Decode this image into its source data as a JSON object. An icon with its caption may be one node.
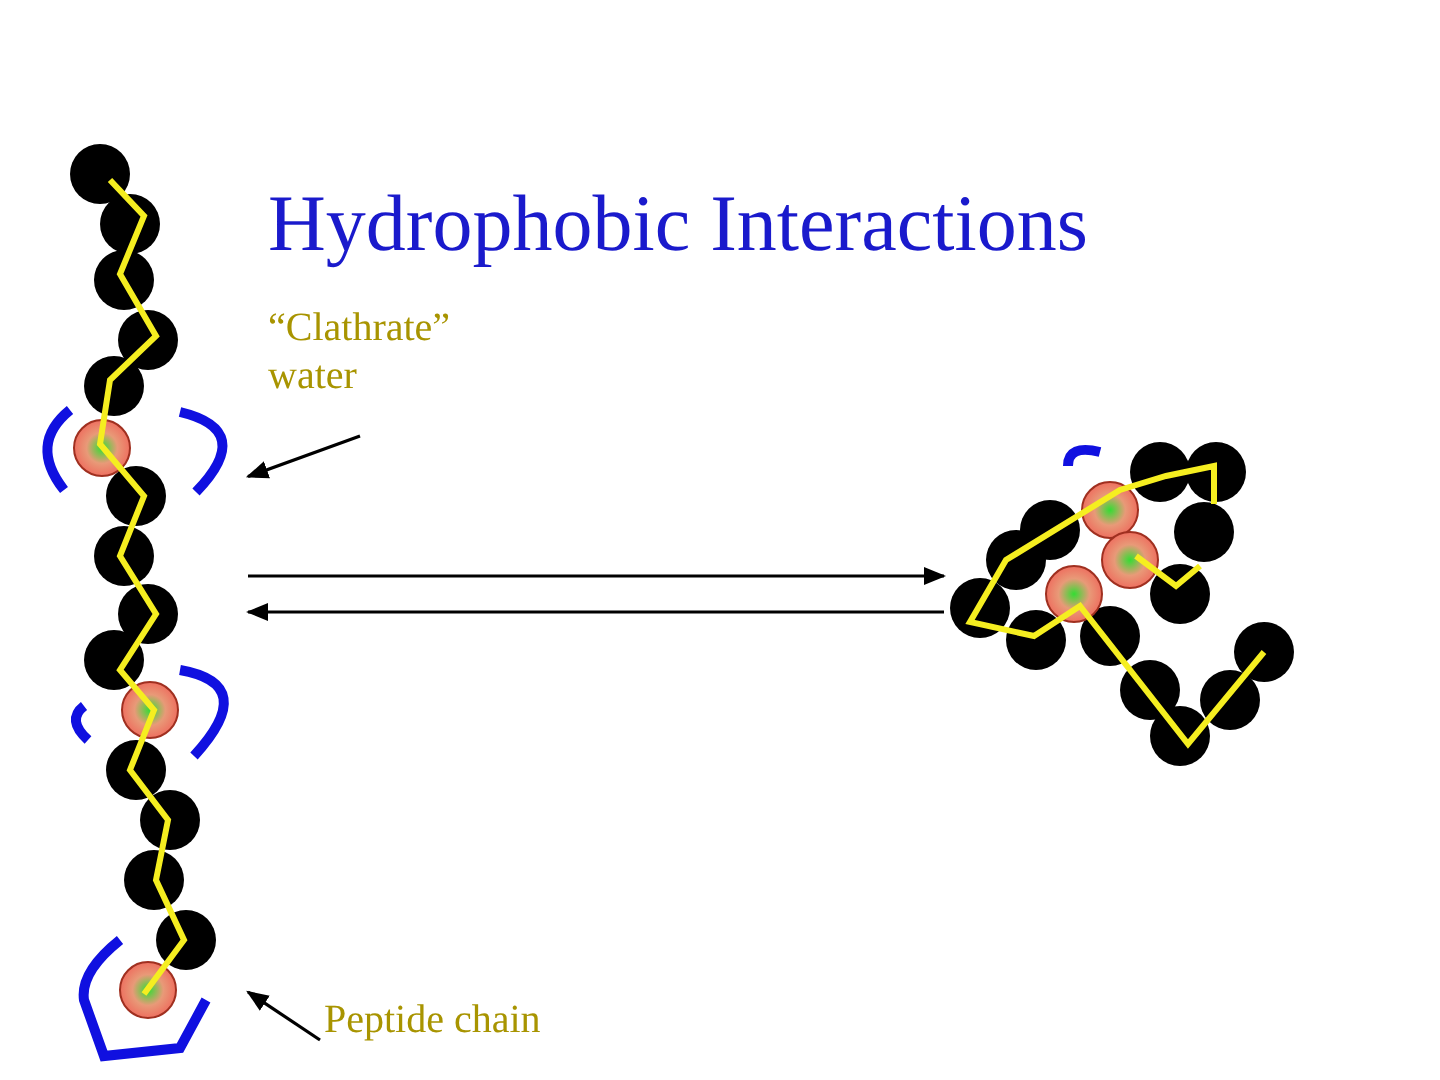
{
  "diagram": {
    "title": "Hydrophobic Interactions",
    "nodes": [
      {
        "text": [
          "“Clathrate” water"
        ]
      },
      {
        "text": [],
        "shape": "picture"
      },
      {
        "text": [],
        "shape": "picture"
      },
      {
        "text": [
          "Peptide chain"
        ]
      }
    ],
    "edges": [
      {
        "from": 0,
        "to": 1,
        "arrow": "to"
      },
      {
        "from": 1,
        "to": 2,
        "arrow": "to"
      },
      {
        "from": 2,
        "to": 1,
        "arrow": "to"
      },
      {
        "from": 3,
        "to": 1,
        "arrow": "to"
      }
    ]
  }
}
